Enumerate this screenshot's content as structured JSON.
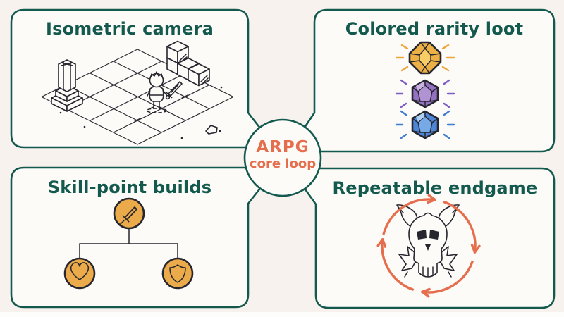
{
  "diagram": {
    "hub": {
      "line1": "ARPG",
      "line2": "core loop"
    },
    "panels": {
      "isometric_camera": {
        "title": "Isometric camera",
        "illustration": "isometric tile grid with hero holding sword, stone pillar and stacked blocks"
      },
      "colored_rarity_loot": {
        "title": "Colored rarity loot",
        "gems": [
          {
            "name": "gold-gem",
            "color": "#edb044"
          },
          {
            "name": "purple-gem",
            "color": "#9471c1"
          },
          {
            "name": "blue-gem",
            "color": "#4e85d6"
          }
        ]
      },
      "skill_point_builds": {
        "title": "Skill-point builds",
        "nodes": [
          "sword",
          "heart",
          "shield"
        ],
        "node_color": "#ecab4b"
      },
      "repeatable_endgame": {
        "title": "Repeatable endgame",
        "illustration": "horned boss skull inside clockwise cycle arrows"
      }
    },
    "colors": {
      "teal_outline": "#14594e",
      "ink": "#26262e",
      "orange_accent": "#e56e4d",
      "background": "#f8f2ee",
      "panel_fill": "#fdfbf8"
    }
  }
}
